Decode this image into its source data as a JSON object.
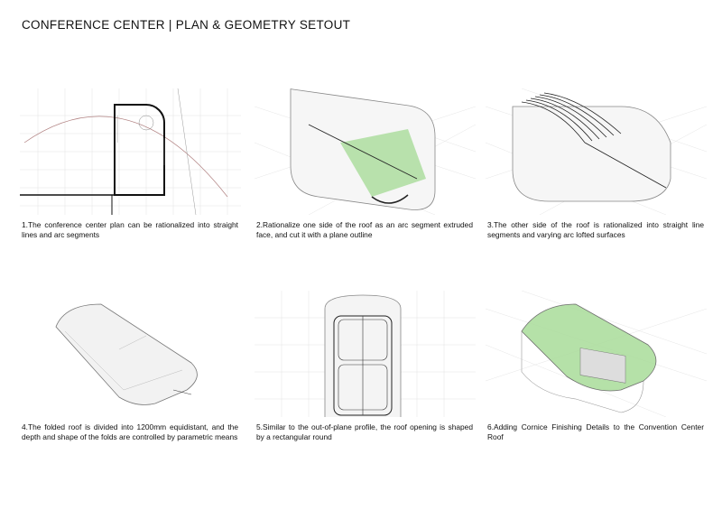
{
  "title": "CONFERENCE CENTER | PLAN & GEOMETRY SETOUT",
  "panels": [
    {
      "caption": "1.The conference center plan can be rationalized into straight lines and arc segments"
    },
    {
      "caption": "2.Rationalize one side of the roof as an arc segment extruded face, and cut it with a plane outline"
    },
    {
      "caption": "3.The other side of the roof is rationalized into straight line segments and varying arc lofted surfaces"
    },
    {
      "caption": "4.The folded roof is divided into 1200mm equidistant, and the depth and shape of the folds are controlled by parametric means"
    },
    {
      "caption": "5.Similar to the out-of-plane profile, the roof opening is shaped by a rectangular round"
    },
    {
      "caption": "6.Adding Cornice Finishing Details to the Convention Center Roof"
    }
  ],
  "colors": {
    "green": "#9fd48f",
    "line": "#555555",
    "grid": "#dddddd"
  }
}
